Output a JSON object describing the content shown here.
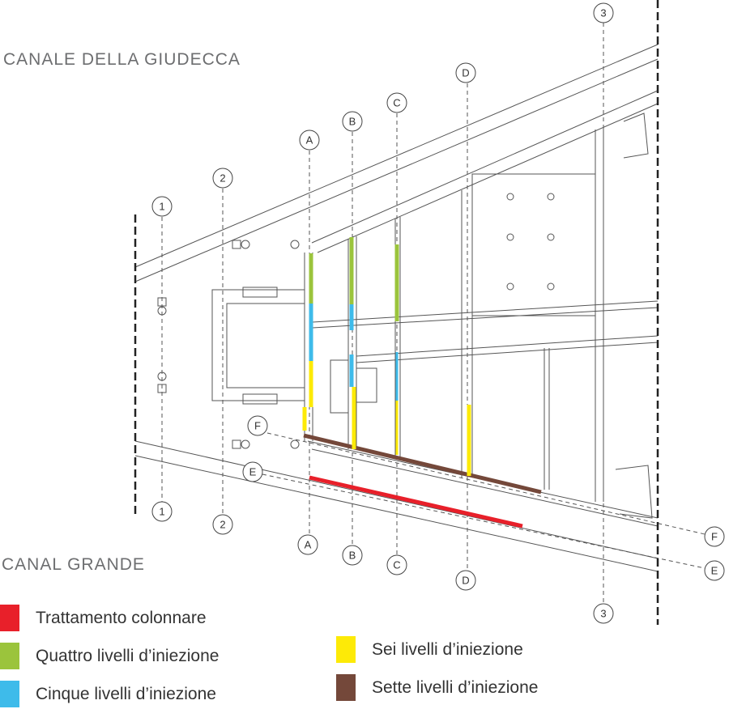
{
  "titles": {
    "top": "CANALE DELLA GIUDECCA",
    "bottom": "CANAL GRANDE"
  },
  "grid_labels": {
    "n1": "1",
    "n2": "2",
    "n3": "3",
    "A": "A",
    "B": "B",
    "C": "C",
    "D": "D",
    "E": "E",
    "F": "F"
  },
  "colors": {
    "red": "#e8202a",
    "green": "#9bc43c",
    "blue": "#3ebbea",
    "yellow": "#fdea07",
    "brown": "#74483a",
    "line": "#555555"
  },
  "legend": [
    {
      "label": "Trattamento colonnare",
      "color": "#e8202a"
    },
    {
      "label": "Quattro livelli d’iniezione",
      "color": "#9bc43c"
    },
    {
      "label": "Cinque livelli d’iniezione",
      "color": "#3ebbea"
    },
    {
      "label": "Sei livelli d’iniezione",
      "color": "#fdea07"
    },
    {
      "label": "Sette livelli d’iniezione",
      "color": "#74483a"
    }
  ]
}
